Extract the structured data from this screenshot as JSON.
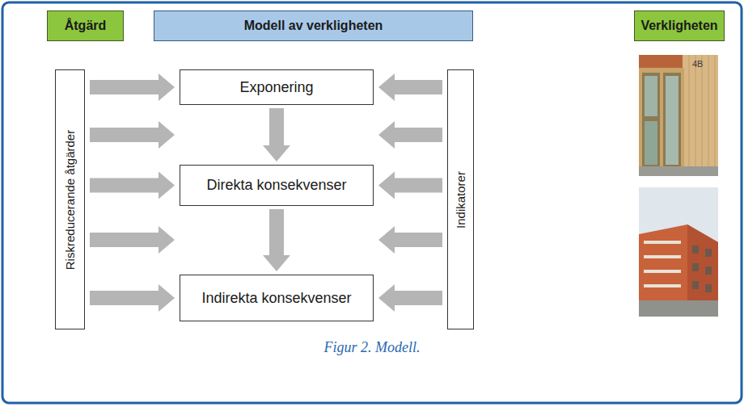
{
  "diagram": {
    "caption": "Figur 2. Modell.",
    "nodes": [
      {
        "text": [
          "Åtgärd"
        ]
      },
      {
        "text": [
          "Modell av verkligheten"
        ]
      },
      {
        "text": [
          "Verkligheten"
        ]
      },
      {
        "text": [
          "Riskreducerande åtgärder"
        ]
      },
      {
        "text": [
          "Exponering"
        ]
      },
      {
        "text": [
          "Direkta konsekvenser"
        ]
      },
      {
        "text": [
          "Indirekta konsekvenser"
        ]
      },
      {
        "text": [
          "Indikatorer"
        ]
      }
    ],
    "edges": [
      {
        "from": 4,
        "to": 5,
        "arrow": "to"
      },
      {
        "from": 5,
        "to": 6,
        "arrow": "to"
      },
      {
        "from": 3,
        "to": 4,
        "arrow": "to"
      },
      {
        "from": 3,
        "to": 5,
        "arrow": "to"
      },
      {
        "from": 3,
        "to": 6,
        "arrow": "to"
      },
      {
        "from": 7,
        "to": 4,
        "arrow": "to"
      },
      {
        "from": 7,
        "to": 5,
        "arrow": "to"
      },
      {
        "from": 7,
        "to": 6,
        "arrow": "to"
      }
    ],
    "labels": [
      "4B"
    ]
  }
}
